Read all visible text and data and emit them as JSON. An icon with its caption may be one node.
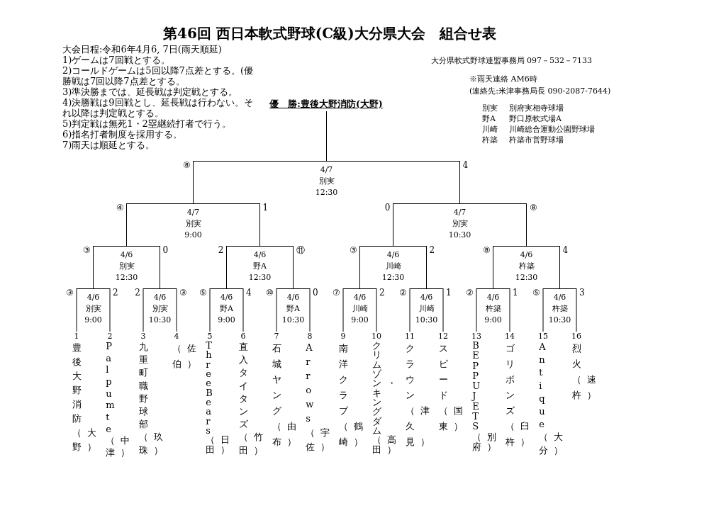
{
  "diagram": {
    "title": "第46回 西日本軟式野球(C級)大分県大会　組合せ表",
    "nodes": [
      {
        "text": [
          "優　勝:豊後大野消防(大野)"
        ]
      },
      {
        "text": [
          "4/7",
          "別実",
          "12:30"
        ]
      },
      {
        "text": [
          "4/7",
          "別実",
          "9:00"
        ]
      },
      {
        "text": [
          "4/7",
          "別実",
          "10:30"
        ]
      },
      {
        "text": [
          "4/6",
          "別実",
          "12:30"
        ]
      },
      {
        "text": [
          "4/6",
          "野A",
          "12:30"
        ]
      },
      {
        "text": [
          "4/6",
          "川崎",
          "12:30"
        ]
      },
      {
        "text": [
          "4/6",
          "杵築",
          "12:30"
        ]
      },
      {
        "text": [
          "4/6",
          "別実",
          "9:00"
        ]
      },
      {
        "text": [
          "4/6",
          "別実",
          "10:30"
        ]
      },
      {
        "text": [
          "4/6",
          "野A",
          "9:00"
        ]
      },
      {
        "text": [
          "4/6",
          "野A",
          "10:30"
        ]
      },
      {
        "text": [
          "4/6",
          "川崎",
          "9:00"
        ]
      },
      {
        "text": [
          "4/6",
          "川崎",
          "10:30"
        ]
      },
      {
        "text": [
          "4/6",
          "杵築",
          "9:00"
        ]
      },
      {
        "text": [
          "4/6",
          "杵築",
          "10:30"
        ]
      },
      {
        "text": [
          "1",
          "豊後大野消防（大野）"
        ]
      },
      {
        "text": [
          "2",
          "Palpumte（中津）"
        ]
      },
      {
        "text": [
          "3",
          "九重町職野球部（玖珠）"
        ]
      },
      {
        "text": [
          "4",
          "（佐伯）"
        ]
      },
      {
        "text": [
          "5",
          "Three Bears（日田）"
        ]
      },
      {
        "text": [
          "6",
          "直入タイタンズ（竹田）"
        ]
      },
      {
        "text": [
          "7",
          "石城ヤング（由布）"
        ]
      },
      {
        "text": [
          "8",
          "Arrows（宇佐）"
        ]
      },
      {
        "text": [
          "9",
          "南洋クラブ（鶴崎）"
        ]
      },
      {
        "text": [
          "10",
          "クリムゾン・キングダム（高田）"
        ]
      },
      {
        "text": [
          "11",
          "クラウン（津久見）"
        ]
      },
      {
        "text": [
          "12",
          "スピード（国東）"
        ]
      },
      {
        "text": [
          "13",
          "BEPPU JETS（別府）"
        ]
      },
      {
        "text": [
          "14",
          "ゴリボンズ（臼杵）"
        ]
      },
      {
        "text": [
          "15",
          "Antique（大分）"
        ]
      },
      {
        "text": [
          "16",
          "烈火（速杵）"
        ]
      }
    ],
    "edges": [
      {
        "from": 1,
        "to": 0,
        "arrow": "none"
      },
      {
        "from": 2,
        "to": 1,
        "arrow": "none",
        "label": "⑧"
      },
      {
        "from": 3,
        "to": 1,
        "arrow": "none",
        "label": "4"
      },
      {
        "from": 4,
        "to": 2,
        "arrow": "none",
        "label": "④"
      },
      {
        "from": 5,
        "to": 2,
        "arrow": "none",
        "label": "1"
      },
      {
        "from": 6,
        "to": 3,
        "arrow": "none",
        "label": "0"
      },
      {
        "from": 7,
        "to": 3,
        "arrow": "none",
        "label": "⑧"
      },
      {
        "from": 8,
        "to": 4,
        "arrow": "none",
        "label": "③"
      },
      {
        "from": 9,
        "to": 4,
        "arrow": "none",
        "label": "0"
      },
      {
        "from": 10,
        "to": 5,
        "arrow": "none",
        "label": "2"
      },
      {
        "from": 11,
        "to": 5,
        "arrow": "none",
        "label": "⑪"
      },
      {
        "from": 12,
        "to": 6,
        "arrow": "none",
        "label": "③"
      },
      {
        "from": 13,
        "to": 6,
        "arrow": "none",
        "label": "2"
      },
      {
        "from": 14,
        "to": 7,
        "arrow": "none",
        "label": "⑧"
      },
      {
        "from": 15,
        "to": 7,
        "arrow": "none",
        "label": "4"
      },
      {
        "from": 16,
        "to": 8,
        "arrow": "none",
        "label": "③"
      },
      {
        "from": 17,
        "to": 8,
        "arrow": "none",
        "label": "2"
      },
      {
        "from": 18,
        "to": 9,
        "arrow": "none",
        "label": "2"
      },
      {
        "from": 19,
        "to": 9,
        "arrow": "none",
        "label": "③"
      },
      {
        "from": 20,
        "to": 10,
        "arrow": "none",
        "label": "⑤"
      },
      {
        "from": 21,
        "to": 10,
        "arrow": "none",
        "label": "4"
      },
      {
        "from": 22,
        "to": 11,
        "arrow": "none",
        "label": "⑩"
      },
      {
        "from": 23,
        "to": 11,
        "arrow": "none",
        "label": "0"
      },
      {
        "from": 24,
        "to": 12,
        "arrow": "none",
        "label": "⑦"
      },
      {
        "from": 25,
        "to": 12,
        "arrow": "none",
        "label": "2"
      },
      {
        "from": 26,
        "to": 13,
        "arrow": "none",
        "label": "②"
      },
      {
        "from": 27,
        "to": 13,
        "arrow": "none",
        "label": "1"
      },
      {
        "from": 28,
        "to": 14,
        "arrow": "none",
        "label": "②"
      },
      {
        "from": 29,
        "to": 14,
        "arrow": "none",
        "label": "1"
      },
      {
        "from": 30,
        "to": 15,
        "arrow": "none",
        "label": "⑤"
      },
      {
        "from": 31,
        "to": 15,
        "arrow": "none",
        "label": "3"
      }
    ],
    "labels": [
      "大会日程:令和6年4月6, 7日(雨天順延)",
      "1)ゲームは7回戦とする。",
      "2)コールドゲームは5回以降7点差とする。(優勝戦は7回以降7点差とする。",
      "3)準決勝までは、延長戦は判定戦とする。",
      "4)決勝戦は9回戦とし、延長戦は行わない。それ以降は判定戦とする。",
      "5)判定戦は無死1・2塁継続打者で行う。",
      "6)指名打者制度を採用する。",
      "7)雨天は順延とする。",
      "大分県軟式野球連盟事務局 097－532－7133",
      "※雨天連絡 AM6時",
      "(連絡先:米津事務局長 090-2087-7644)",
      "別実",
      "別府実相寺球場",
      "野A",
      "野口原軟式場A",
      "川崎",
      "川崎総合運動公園野球場",
      "杵築",
      "杵築市営野球場"
    ]
  }
}
